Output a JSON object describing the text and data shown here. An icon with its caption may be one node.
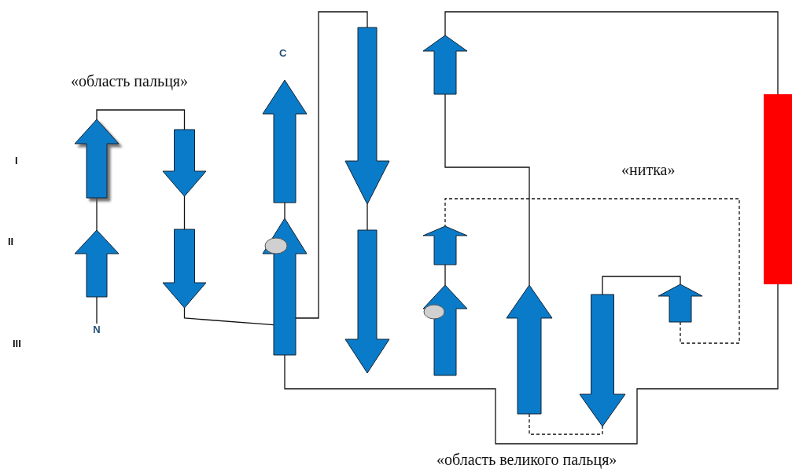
{
  "diagram": {
    "nodes": [
      {
        "text": [],
        "shape": "arrow"
      },
      {
        "text": [],
        "shape": "arrow"
      },
      {
        "text": [
          "N"
        ]
      },
      {
        "text": [],
        "shape": "arrow"
      },
      {
        "text": [],
        "shape": "arrow"
      },
      {
        "text": [],
        "shape": "arrow"
      },
      {
        "text": [],
        "shape": "arrow"
      },
      {
        "text": [],
        "shape": "arrow"
      },
      {
        "text": [],
        "shape": "arrow"
      },
      {
        "text": [],
        "shape": "arrow"
      },
      {
        "text": [],
        "shape": "arrow"
      },
      {
        "text": [],
        "shape": "arrow"
      },
      {
        "text": [],
        "shape": "arrow"
      },
      {
        "text": [],
        "shape": "arrow"
      },
      {
        "text": [],
        "shape": "arrow"
      },
      {
        "text": [],
        "shape": "bar"
      }
    ],
    "edges": [
      {
        "from": 2,
        "to": 1,
        "arrow": "none"
      },
      {
        "from": 1,
        "to": 0,
        "arrow": "none"
      },
      {
        "from": 0,
        "to": 3,
        "arrow": "none"
      },
      {
        "from": 3,
        "to": 4,
        "arrow": "none"
      },
      {
        "from": 4,
        "to": 6,
        "arrow": "none"
      },
      {
        "from": 6,
        "to": 5,
        "arrow": "none"
      },
      {
        "from": 6,
        "to": 7,
        "arrow": "none"
      },
      {
        "from": 7,
        "to": 8,
        "arrow": "none"
      },
      {
        "from": 6,
        "to": 15,
        "arrow": "none"
      },
      {
        "from": 15,
        "to": 9,
        "arrow": "none"
      },
      {
        "from": 9,
        "to": 12,
        "arrow": "none"
      },
      {
        "from": 12,
        "to": 13,
        "arrow": "none",
        "style": "dashed"
      },
      {
        "from": 13,
        "to": 14,
        "arrow": "none"
      },
      {
        "from": 14,
        "to": 10,
        "arrow": "none",
        "style": "dashed"
      },
      {
        "from": 10,
        "to": 11,
        "arrow": "none"
      }
    ],
    "labels": [
      "C",
      "«область пальця»",
      "I",
      "«нитка»",
      "II",
      "III",
      "«область великого пальця»"
    ]
  }
}
